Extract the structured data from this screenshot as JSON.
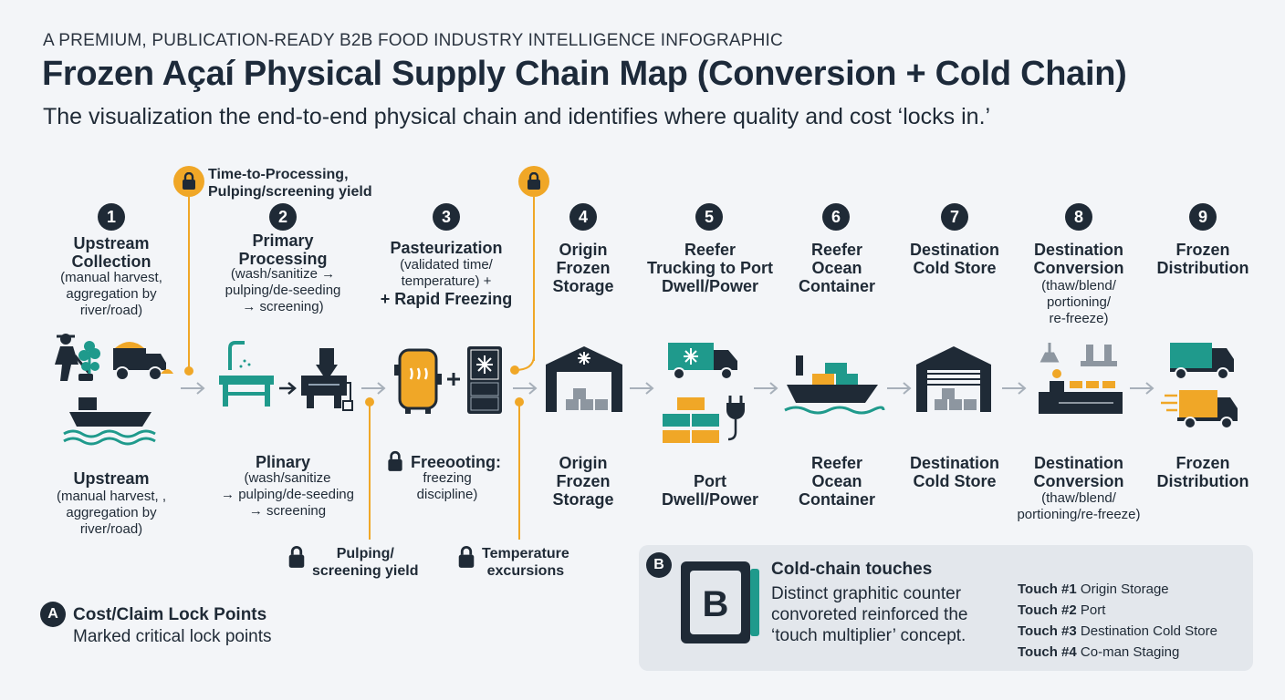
{
  "header": {
    "eyebrow": "A PREMIUM, PUBLICATION-READY B2B FOOD INDUSTRY INTELLIGENCE INFOGRAPHIC",
    "title": "Frozen Açaí Physical Supply Chain Map (Conversion + Cold Chain)",
    "subtitle": "The visualization the end-to-end physical chain and identifies where quality and cost ‘locks in.’"
  },
  "stages": [
    {
      "num": "1",
      "title": "Upstream\nCollection",
      "sub": "(manual harvest,\naggregation by\nriver/road)"
    },
    {
      "num": "2",
      "title": "Primary\nProcessing",
      "sub": "(wash/sanitize →\npulping/de-seeding\n→ screening)"
    },
    {
      "num": "3",
      "title": "Pasteurization",
      "sub": "(validated time/\ntemperature) +",
      "extra": "+ Rapid Freezing"
    },
    {
      "num": "4",
      "title": "Origin\nFrozen\nStorage",
      "sub": ""
    },
    {
      "num": "5",
      "title": "Reefer\nTrucking to Port\nDwell/Power",
      "sub": ""
    },
    {
      "num": "6",
      "title": "Reefer\nOcean\nContainer",
      "sub": ""
    },
    {
      "num": "7",
      "title": "Destination\nCold Store",
      "sub": ""
    },
    {
      "num": "8",
      "title": "Destination\nConversion",
      "sub": "(thaw/blend/\nportioning/\nre-freeze)"
    },
    {
      "num": "9",
      "title": "Frozen\nDistribution",
      "sub": ""
    }
  ],
  "bottom_labels": [
    {
      "title": "Upstream",
      "sub": "(manual harvest, ,\naggregation by\nriver/road)"
    },
    {
      "title": "Plinary",
      "sub": "(wash/sanitize\n→ pulping/de-seeding\n→ screening"
    },
    {
      "title": "Freeooting:",
      "sub": "freezing\ndiscipline)"
    },
    {
      "title": "Origin\nFrozen\nStorage",
      "sub": ""
    },
    {
      "title": "Port\nDwell/Power",
      "sub": ""
    },
    {
      "title": "Reefer\nOcean\nContainer",
      "sub": ""
    },
    {
      "title": "Destination\nCold Store",
      "sub": ""
    },
    {
      "title": "Destination\nConversion",
      "sub": "(thaw/blend/\nportioning/re-freeze)"
    },
    {
      "title": "Frozen\nDistribution",
      "sub": ""
    }
  ],
  "locks": {
    "top_1": "Time-to-Processing,\nPulping/screening yield",
    "bottom_1": "Pulping/\nscreening yield",
    "bottom_2": "Temperature\nexcursions"
  },
  "legend_a": {
    "badge": "A",
    "title": "Cost/Claim Lock Points",
    "text": "Marked critical lock points"
  },
  "legend_b": {
    "badge": "B",
    "icon_letter": "B",
    "title": "Cold-chain touches",
    "text": "Distinct graphitic counter\nconvoreted reinforced the\n‘touch multiplier’ concept.",
    "touches": [
      {
        "label": "Touch #1",
        "value": "Origin Storage"
      },
      {
        "label": "Touch #2",
        "value": "Port"
      },
      {
        "label": "Touch #3",
        "value": "Destination Cold Store"
      },
      {
        "label": "Touch #4",
        "value": "Co-man Staging"
      }
    ]
  },
  "colors": {
    "dark": "#1f2a36",
    "teal": "#1f9a8c",
    "orange": "#f0a727",
    "arrow": "#a7b0ba"
  }
}
